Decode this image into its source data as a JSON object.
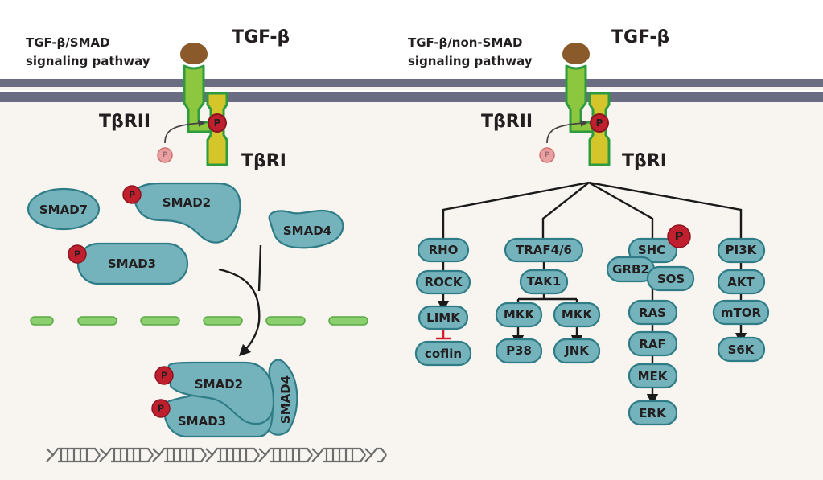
{
  "colors": {
    "membrane": "#6a6c82",
    "cytoplasm": "#f8f5f0",
    "smad_fill": "#74b3bb",
    "smad_stroke": "#2f7c87",
    "phospho": "#c0202e",
    "ligand": "#8b5a2b",
    "tbrii": "#8dc63f",
    "tbri": "#d4c62a",
    "receptor_stroke": "#2e9b3e",
    "nuclear_envelope": "#8ccf6e",
    "inhibit": "#d0202e"
  },
  "left_panel": {
    "title_line1": "TGF-β/SMAD",
    "title_line2": "signaling pathway",
    "ligand_label": "TGF-β",
    "receptor2_label": "TβRII",
    "receptor1_label": "TβRI",
    "phospho_label": "P",
    "free_smads": [
      "SMAD7",
      "SMAD2",
      "SMAD4",
      "SMAD3"
    ],
    "complex": {
      "smad2": "SMAD2",
      "smad3": "SMAD3",
      "smad4": "SMAD4"
    }
  },
  "right_panel": {
    "title_line1": "TGF-β/non-SMAD",
    "title_line2": "signaling pathway",
    "ligand_label": "TGF-β",
    "receptor2_label": "TβRII",
    "receptor1_label": "TβRI",
    "phospho_label": "P",
    "branches": {
      "rho": [
        "RHO",
        "ROCK",
        "LIMK",
        "coflin"
      ],
      "traf": {
        "top": "TRAF4/6",
        "mid": "TAK1",
        "left": [
          "MKK",
          "P38"
        ],
        "right": [
          "MKK",
          "JNK"
        ]
      },
      "shc": {
        "shc": "SHC",
        "grb2": "GRB2",
        "sos": "SOS",
        "chain": [
          "RAS",
          "RAF",
          "MEK",
          "ERK"
        ]
      },
      "pi3k": [
        "PI3K",
        "AKT",
        "mTOR",
        "S6K"
      ]
    }
  }
}
